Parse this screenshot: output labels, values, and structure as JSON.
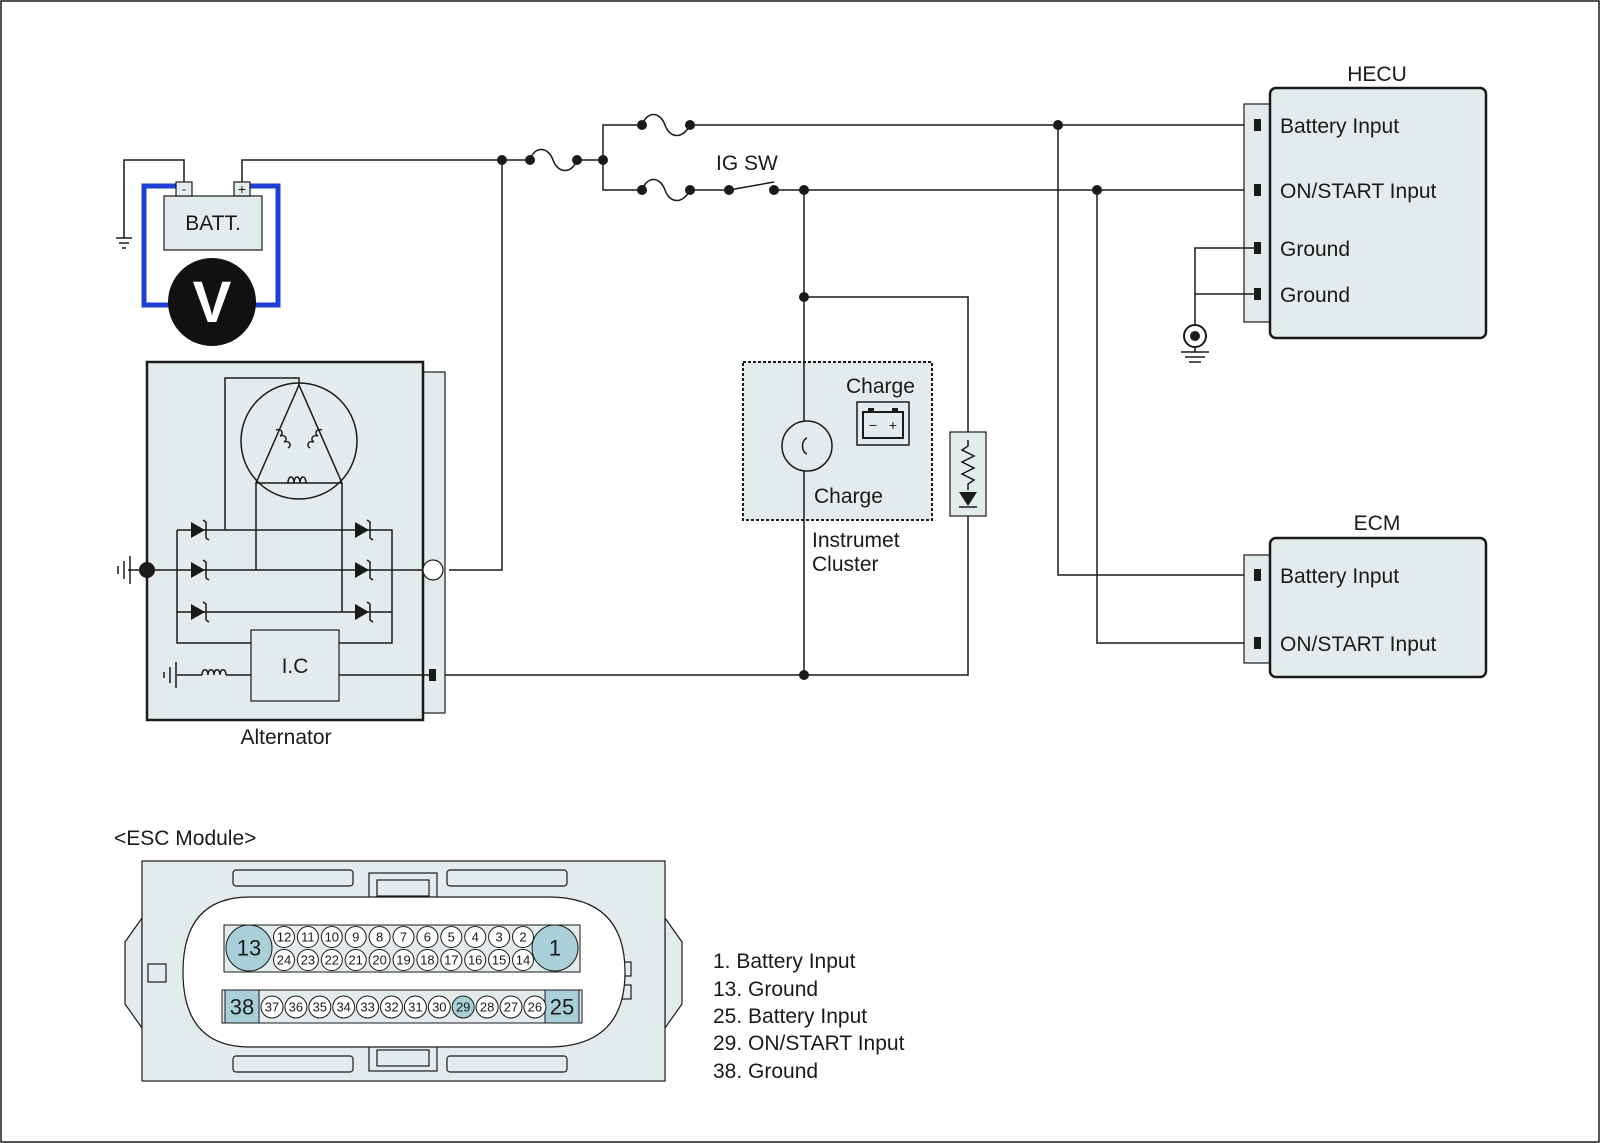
{
  "battery": {
    "label": "BATT.",
    "neg": "-",
    "pos": "+"
  },
  "voltmeter": {
    "label": "V"
  },
  "ig_switch": {
    "label": "IG SW"
  },
  "alternator": {
    "label": "Alternator",
    "ic_label": "I.C"
  },
  "cluster": {
    "charge_top": "Charge",
    "charge_bottom": "Charge",
    "name_line1": "Instrumet",
    "name_line2": "Cluster"
  },
  "hecu": {
    "title": "HECU",
    "pins": [
      "Battery Input",
      "ON/START Input",
      "Ground",
      "Ground"
    ]
  },
  "ecm": {
    "title": "ECM",
    "pins": [
      "Battery Input",
      "ON/START Input"
    ]
  },
  "esc_module": {
    "title": "<ESC Module>",
    "row1": [
      "12",
      "11",
      "10",
      "9",
      "8",
      "7",
      "6",
      "5",
      "4",
      "3",
      "2"
    ],
    "row2": [
      "24",
      "23",
      "22",
      "21",
      "20",
      "19",
      "18",
      "17",
      "16",
      "15",
      "14"
    ],
    "row3": [
      "37",
      "36",
      "35",
      "34",
      "33",
      "32",
      "31",
      "30",
      "29",
      "28",
      "27",
      "26"
    ],
    "big_left_top": "13",
    "big_right_top": "1",
    "big_left_bottom": "38",
    "big_right_bottom": "25",
    "highlighted_small": [
      "29"
    ],
    "legend": [
      "1. Battery Input",
      "13. Ground",
      "25. Battery Input",
      "29. ON/START Input",
      "38. Ground"
    ]
  },
  "colors": {
    "panel": "#e4ebed",
    "pin_highlight": "#a9cfd8",
    "voltmeter_lead": "#1f3fd6"
  }
}
